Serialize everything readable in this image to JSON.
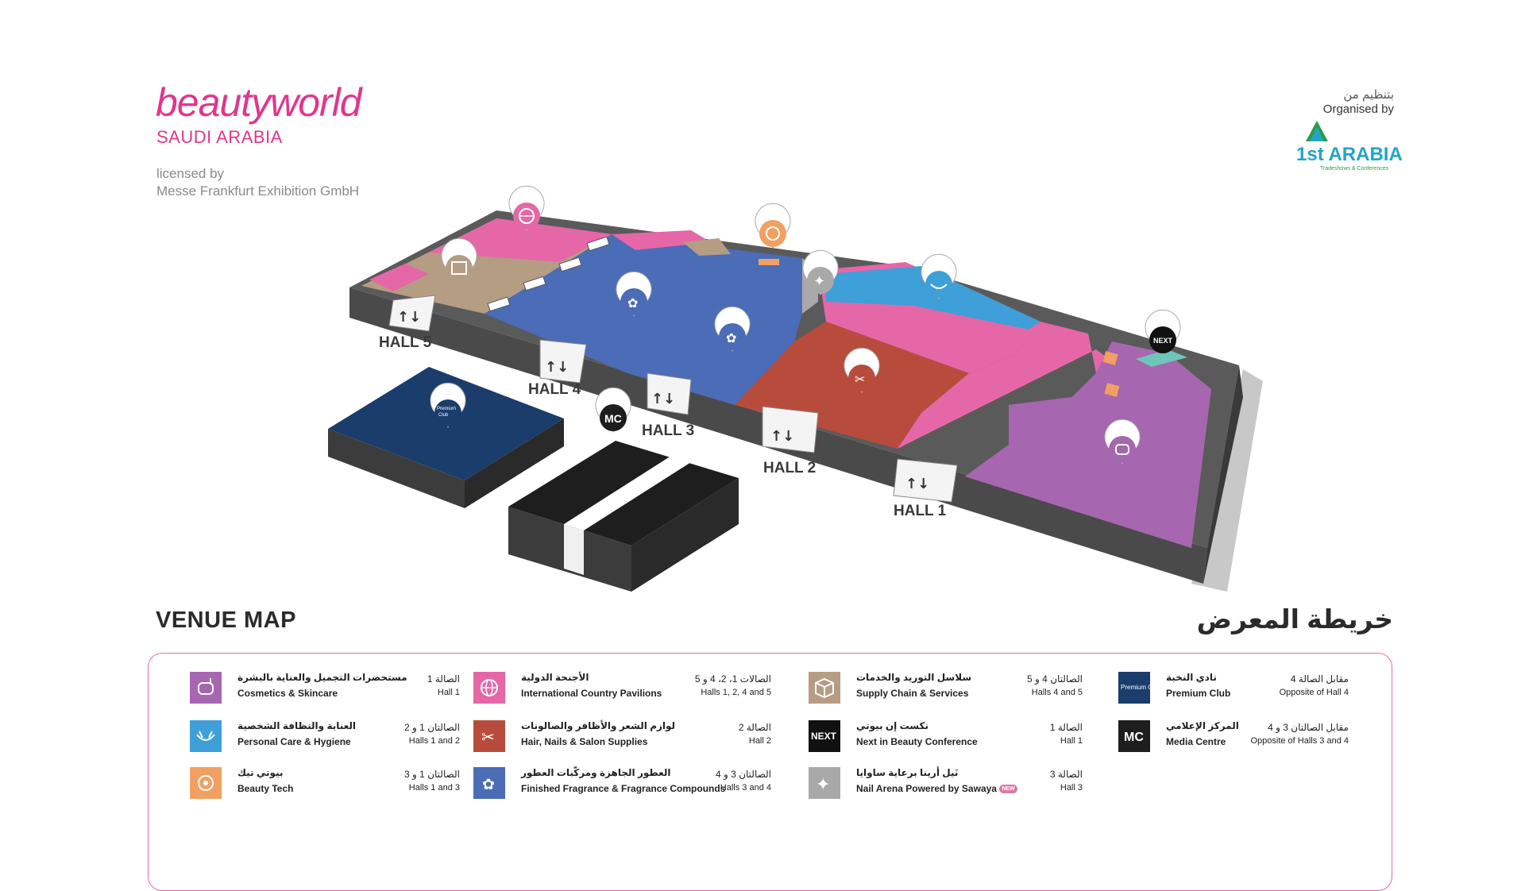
{
  "header": {
    "brand_name": "beautyworld",
    "brand_sub": "SAUDI ARABIA",
    "licensed_line1": "licensed by",
    "licensed_line2": "Messe Frankfurt Exhibition GmbH",
    "organiser_ar": "بتنظيم من",
    "organiser_en": "Organised by",
    "organiser_logo_text": "1st ARABIA",
    "organiser_logo_sub": "Tradeshows & Conferences"
  },
  "map": {
    "halls": [
      "HALL 5",
      "HALL 4",
      "HALL 3",
      "HALL 2",
      "HALL 1"
    ],
    "premium_club_label": "Premium Club",
    "media_centre_label": "MC",
    "next_label": "NEXT",
    "colors": {
      "cosmetics": "#a666b0",
      "international": "#e667a7",
      "supply_chain": "#b59d84",
      "personal_care": "#3f9fd8",
      "hair_nails": "#b84c3c",
      "fragrance": "#4b6cb7",
      "beauty_tech": "#f2a062",
      "nail_arena": "#a9a9a9",
      "next": "#6fc5b9",
      "premium_club": "#1a3d6b",
      "media_centre": "#1e1e1e",
      "wall": "#595959"
    }
  },
  "titles": {
    "en": "VENUE MAP",
    "ar": "خريطة المعرض"
  },
  "legend": {
    "col1": [
      {
        "icon": "cosmetics-icon",
        "ar": "مستحضرات التجميل والعناية بالبشرة",
        "en": "Cosmetics & Skincare",
        "hall_ar": "الصالة 1",
        "hall_en": "Hall 1"
      },
      {
        "icon": "personal-care-icon",
        "ar": "العناية والنظافة الشخصية",
        "en": "Personal Care & Hygiene",
        "hall_ar": "الصالتان 1 و 2",
        "hall_en": "Halls 1 and 2"
      },
      {
        "icon": "beauty-tech-icon",
        "ar": "بيوتي تيك",
        "en": "Beauty Tech",
        "hall_ar": "الصالتان 1 و 3",
        "hall_en": "Halls 1 and 3"
      }
    ],
    "col2": [
      {
        "icon": "globe-icon",
        "ar": "الأجنحة الدولية",
        "en": "International Country Pavilions",
        "hall_ar": "الصالات 1، 2، 4 و 5",
        "hall_en": "Halls 1, 2, 4 and 5"
      },
      {
        "icon": "scissors-icon",
        "ar": "لوازم الشعر والأظافر والصالونات",
        "en": "Hair, Nails & Salon Supplies",
        "hall_ar": "الصالة 2",
        "hall_en": "Hall 2"
      },
      {
        "icon": "fragrance-icon",
        "ar": "العطور الجاهزة ومركّبات العطور",
        "en": "Finished Fragrance & Fragrance Compounds",
        "hall_ar": "الصالتان 3 و 4",
        "hall_en": "Halls 3 and 4"
      }
    ],
    "col3": [
      {
        "icon": "box-icon",
        "ar": "سلاسل التوريد والخدمات",
        "en": "Supply Chain & Services",
        "hall_ar": "الصالتان 4 و 5",
        "hall_en": "Halls 4 and 5"
      },
      {
        "icon": "next-icon",
        "ar": "نكست إن بيوتي",
        "en": "Next in Beauty Conference",
        "hall_ar": "الصالة 1",
        "hall_en": "Hall 1"
      },
      {
        "icon": "sparkle-icon",
        "ar": "نَيل أرينا برعاية ساوايا",
        "en": "Nail Arena Powered by Sawaya",
        "hall_ar": "الصالة 3",
        "hall_en": "Hall 3",
        "badge": "NEW"
      }
    ],
    "col4": [
      {
        "icon": "premium-club-icon",
        "ar": "نادي النخبة",
        "en": "Premium Club",
        "hall_ar": "مقابل الصالة 4",
        "hall_en": "Opposite of Hall 4"
      },
      {
        "icon": "mc-icon",
        "ar": "المركز الإعلامي",
        "en": "Media Centre",
        "hall_ar": "مقابل الصالتان 3 و 4",
        "hall_en": "Opposite of Halls 3 and 4"
      }
    ],
    "premium_icon_text": "Premium Club",
    "mc_icon_text": "MC",
    "next_icon_text": "NEXT"
  }
}
